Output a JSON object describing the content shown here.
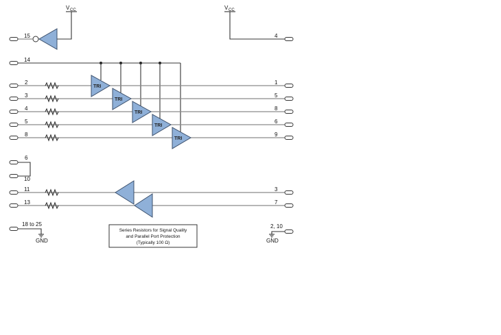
{
  "power": {
    "vcc_left": "V",
    "vcc_left_sub": "CC",
    "vcc_right": "V",
    "vcc_right_sub": "CC"
  },
  "left_pins": [
    "15",
    "14",
    "2",
    "3",
    "4",
    "5",
    "8",
    "6",
    "10",
    "11",
    "13",
    "18 to 25"
  ],
  "right_pins": [
    "4",
    "1",
    "5",
    "8",
    "6",
    "9",
    "3",
    "7",
    "2, 10"
  ],
  "buffer_label": "TRI",
  "ground": {
    "left": "GND",
    "right": "GND"
  },
  "note": {
    "line1": "Series Resistors for Signal Quality",
    "line2": "and Parallel Port Protection",
    "line3": "(Typically 100 Ω)"
  },
  "colors": {
    "buffer_fill": "#8fb0d8",
    "wire": "#8a8a8a"
  }
}
